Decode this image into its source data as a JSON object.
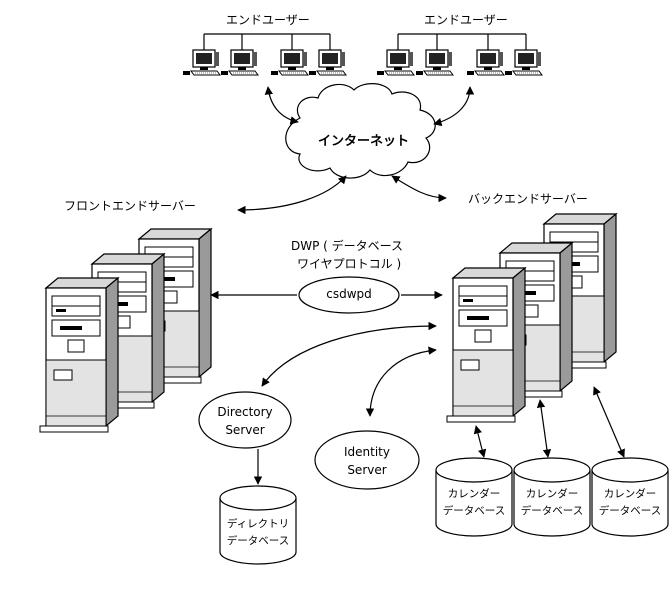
{
  "end_users_left": "エンドユーザー",
  "end_users_right": "エンドユーザー",
  "internet": "インターネット",
  "front_end_servers": "フロントエンドサーバー",
  "back_end_servers": "バックエンドサーバー",
  "dwp_line1": "DWP ( データベース",
  "dwp_line2": "ワイヤプロトコル )",
  "csdwpd": "csdwpd",
  "directory_server_line1": "Directory",
  "directory_server_line2": "Server",
  "identity_server_line1": "Identity",
  "identity_server_line2": "Server",
  "directory_db_line1": "ディレクトリ",
  "directory_db_line2": "データベース",
  "calendar_dbs": [
    {
      "line1": "カレンダー",
      "line2": "データベース"
    },
    {
      "line1": "カレンダー",
      "line2": "データベース"
    },
    {
      "line1": "カレンダー",
      "line2": "データベース"
    }
  ]
}
